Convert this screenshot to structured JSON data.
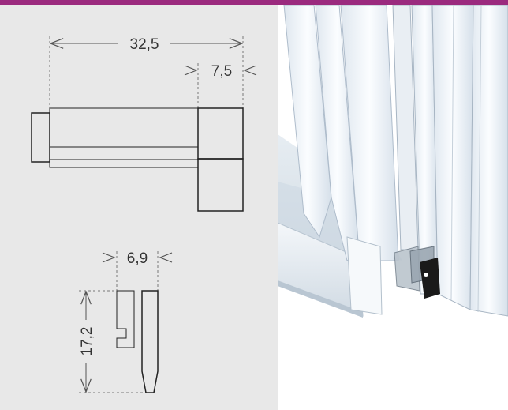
{
  "colors": {
    "accent_bar": "#9b2a7e",
    "drawing_background": "#e8e8e8",
    "line": "#222222",
    "dimension_line": "#555555",
    "magnet_black": "#1a1a1a"
  },
  "drawing": {
    "top_view": {
      "overall_length": "32,5",
      "head_length": "7,5"
    },
    "side_view": {
      "width": "6,9",
      "height": "17,2"
    }
  }
}
